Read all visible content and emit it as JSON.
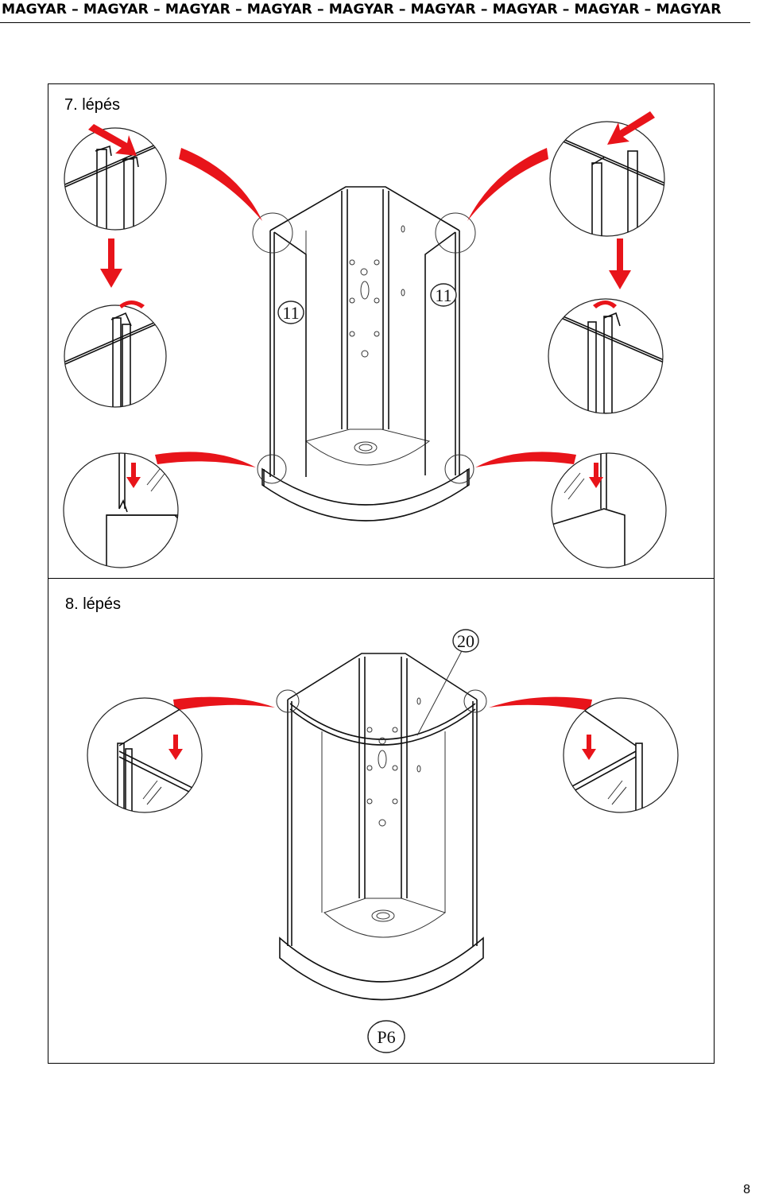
{
  "header": {
    "text": "MAGYAR – MAGYAR – MAGYAR – MAGYAR – MAGYAR – MAGYAR – MAGYAR – MAGYAR – MAGYAR"
  },
  "steps": [
    {
      "label": "7. lépés",
      "part_labels": [
        "11",
        "11"
      ]
    },
    {
      "label": "8. lépés",
      "part_labels": [
        "20",
        "P6"
      ]
    }
  ],
  "footer": {
    "page_number": "8"
  },
  "colors": {
    "arrow": "#e8141a",
    "line": "#111111"
  }
}
